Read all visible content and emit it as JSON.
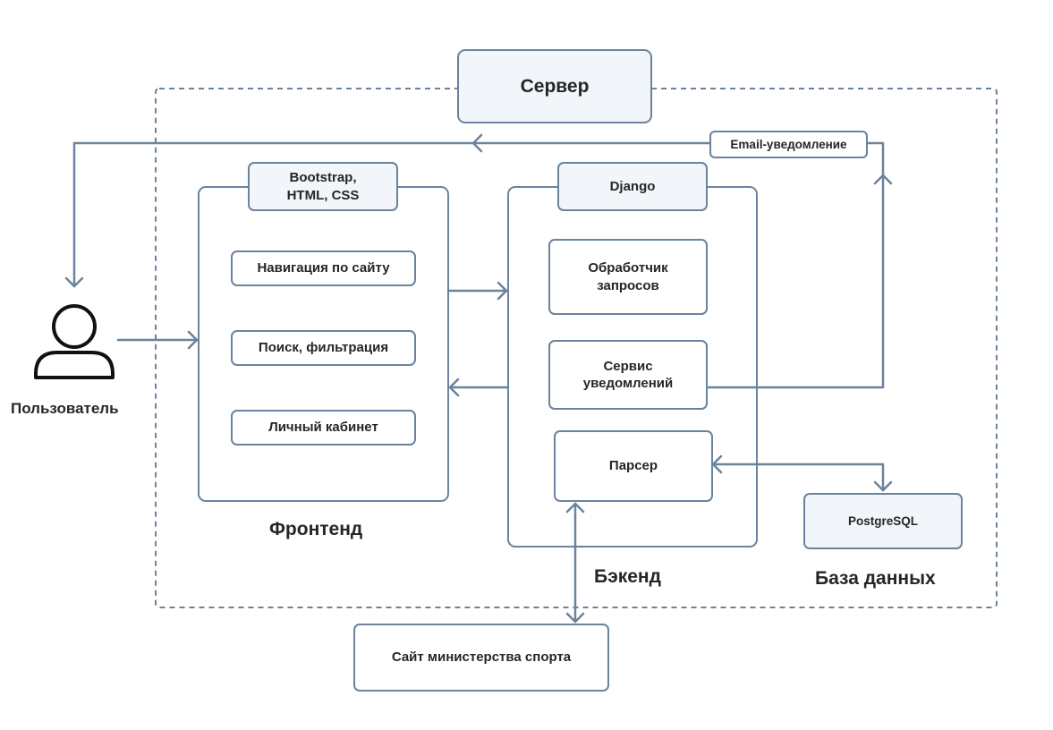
{
  "server": {
    "title": "Сервер"
  },
  "user": {
    "label": "Пользователь"
  },
  "frontend": {
    "tech": "Bootstrap,\nHTML, CSS",
    "items": [
      "Навигация по сайту",
      "Поиск, фильтрация",
      "Личный кабинет"
    ],
    "caption": "Фронтенд"
  },
  "backend": {
    "tech": "Django",
    "components": {
      "request_handler": "Обработчик\nзапросов",
      "notification_service": "Сервис\nуведомлений",
      "parser": "Парсер"
    },
    "caption": "Бэкенд"
  },
  "database": {
    "name": "PostgreSQL",
    "caption": "База данных"
  },
  "email": {
    "label": "Email-уведомление"
  },
  "external": {
    "site": "Сайт министерства спорта"
  },
  "colors": {
    "line": "#6b839c",
    "box_border": "#6b839c",
    "box_fill": "#f2f6fb",
    "text": "#262626"
  }
}
